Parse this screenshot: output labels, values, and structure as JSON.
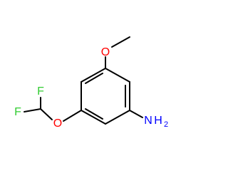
{
  "molecule": {
    "atoms": {
      "oxygen_methoxy": "O",
      "oxygen_ether": "O",
      "fluorine_1": "F",
      "fluorine_2": "F",
      "amine_n": "N",
      "amine_h": "H",
      "amine_h_count": "2"
    }
  },
  "colors": {
    "bond": "#000000",
    "oxygen": "#ff0000",
    "fluorine": "#33cc33",
    "nitrogen": "#0000ff"
  }
}
